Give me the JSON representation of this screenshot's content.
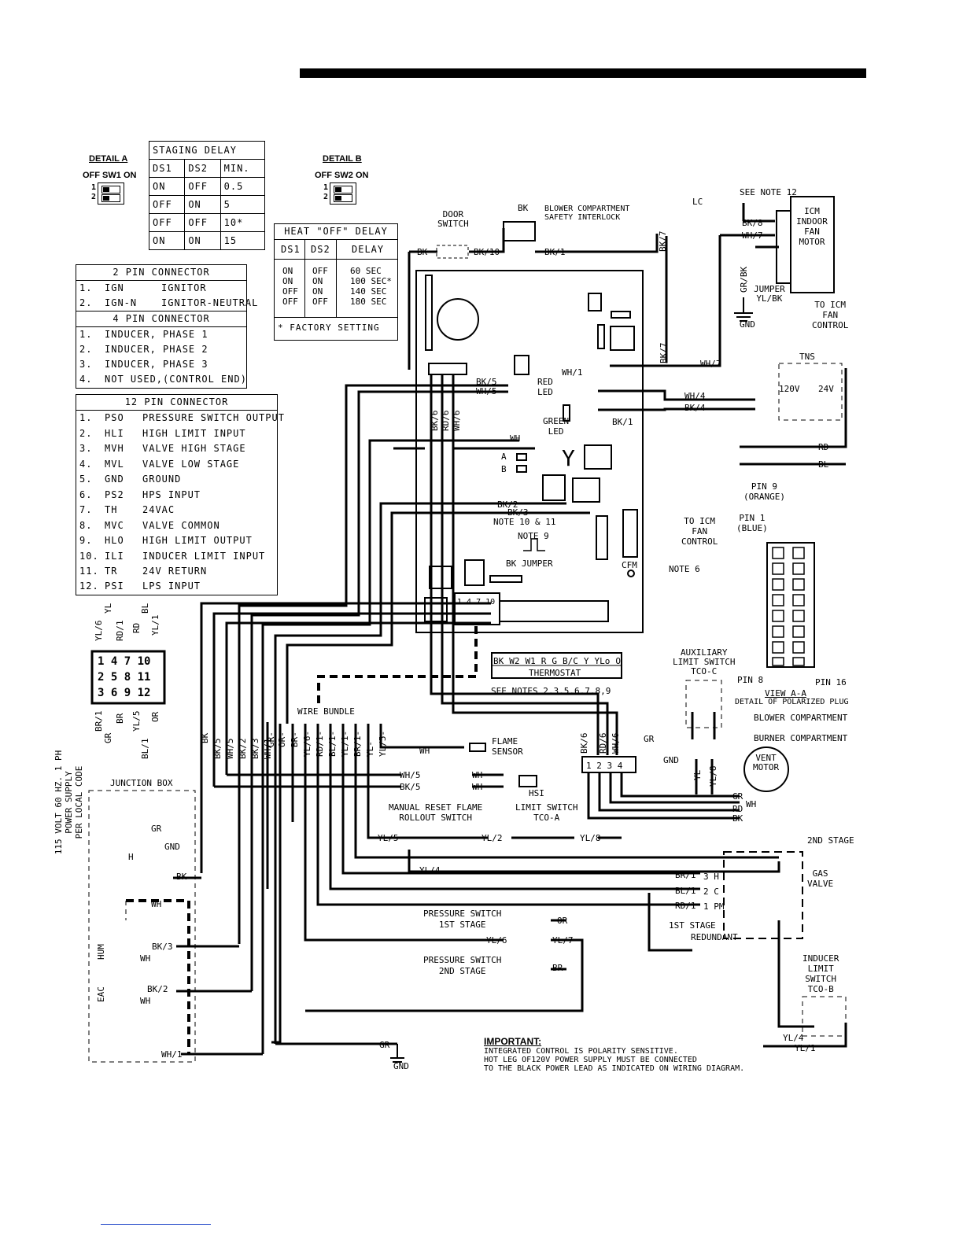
{
  "detail_a": {
    "title": "DETAIL A",
    "sub": "OFF SW1 ON",
    "n1": "1",
    "n2": "2"
  },
  "detail_b": {
    "title": "DETAIL B",
    "sub": "OFF SW2 ON",
    "n1": "1",
    "n2": "2"
  },
  "staging_delay": {
    "title": "STAGING DELAY",
    "headers": [
      "DS1",
      "DS2",
      "MIN."
    ],
    "rows": [
      [
        "ON",
        "OFF",
        "0.5"
      ],
      [
        "OFF",
        "ON",
        "5"
      ],
      [
        "OFF",
        "OFF",
        "10*"
      ],
      [
        "ON",
        "ON",
        "15"
      ]
    ]
  },
  "heat_off_delay": {
    "title": "HEAT \"OFF\" DELAY",
    "headers": [
      "DS1",
      "DS2",
      "DELAY"
    ],
    "col_ds1": "ON\nON\nOFF\nOFF",
    "col_ds2": "OFF\nON\nON\nOFF",
    "col_delay": "60 SEC\n100 SEC*\n140 SEC\n180 SEC",
    "note": "* FACTORY SETTING"
  },
  "pin2": {
    "title": "2 PIN CONNECTOR",
    "rows": [
      [
        "1.",
        "IGN",
        "IGNITOR"
      ],
      [
        "2.",
        "IGN-N",
        "IGNITOR-NEUTRAL"
      ]
    ]
  },
  "pin4": {
    "title": "4 PIN CONNECTOR",
    "rows": [
      [
        "1.",
        "INDUCER, PHASE 1"
      ],
      [
        "2.",
        "INDUCER, PHASE 2"
      ],
      [
        "3.",
        "INDUCER, PHASE 3"
      ],
      [
        "4.",
        "NOT USED,(CONTROL END)"
      ]
    ]
  },
  "pin12": {
    "title": "12 PIN CONNECTOR",
    "rows": [
      [
        "1.",
        "PSO",
        "PRESSURE SWITCH OUTPUT"
      ],
      [
        "2.",
        "HLI",
        "HIGH LIMIT INPUT"
      ],
      [
        "3.",
        "MVH",
        "VALVE HIGH STAGE"
      ],
      [
        "4.",
        "MVL",
        "VALVE LOW STAGE"
      ],
      [
        "5.",
        "GND",
        "GROUND"
      ],
      [
        "6.",
        "PS2",
        "HPS INPUT"
      ],
      [
        "7.",
        "TH",
        "24VAC"
      ],
      [
        "8.",
        "MVC",
        "VALVE COMMON"
      ],
      [
        "9.",
        "HLO",
        "HIGH LIMIT OUTPUT"
      ],
      [
        "10.",
        "ILI",
        "INDUCER LIMIT INPUT"
      ],
      [
        "11.",
        "TR",
        "24V RETURN"
      ],
      [
        "12.",
        "PSI",
        "LPS INPUT"
      ]
    ]
  },
  "labels": {
    "door_switch": "DOOR\nSWITCH",
    "blower_interlock": "BLOWER COMPARTMENT\nSAFETY INTERLOCK",
    "see_note_12": "SEE NOTE 12",
    "lc": "LC",
    "icm_motor": "ICM\nINDOOR\nFAN\nMOTOR",
    "jumper": "JUMPER\nYL/BK",
    "to_icm_fan_control": "TO ICM\nFAN\nCONTROL",
    "gnd": "GND",
    "tns": "TNS",
    "v120": "120V",
    "v24": "24V",
    "red_led": "RED\nLED",
    "green_led": "GREEN\nLED",
    "note_10_11": "NOTE 10 & 11",
    "note_9": "NOTE 9",
    "bk_jumper": "BK JUMPER",
    "cfm": "CFM",
    "note_6": "NOTE 6",
    "pin_9": "PIN 9\n(ORANGE)",
    "pin_1": "PIN 1\n(BLUE)",
    "pin_8": "PIN 8",
    "pin_16": "PIN 16",
    "view_aa": "VIEW A-A",
    "detail_plug": "DETAIL OF POLARIZED PLUG",
    "blower_compartment": "BLOWER COMPARTMENT",
    "burner_compartment": "BURNER COMPARTMENT",
    "aux_limit": "AUXILIARY\nLIMIT SWITCH\nTCO-C",
    "thermostat": "THERMOSTAT",
    "thermostat_terms": [
      "BK",
      "W2",
      "W1",
      "R",
      "G",
      "B/C",
      "Y",
      "YLo",
      "O"
    ],
    "see_notes": "SEE NOTES 2,3,5,6,7,8,9",
    "wire_bundle": "WIRE BUNDLE",
    "flame_sensor": "FLAME\nSENSOR",
    "hsi": "HSI",
    "vent_motor": "VENT\nMOTOR",
    "manual_reset": "MANUAL RESET FLAME\nROLLOUT SWITCH",
    "limit_switch": "LIMIT SWITCH\nTCO-A",
    "junction_box": "JUNCTION BOX",
    "power_supply": "115 VOLT 60 HZ. 1 PH\nPOWER SUPPLY\nPER LOCAL CODE",
    "hum": "HUM",
    "eac": "EAC",
    "stage_2nd": "2ND STAGE",
    "gas_valve": "GAS\nVALVE",
    "stage_1st": "1ST STAGE",
    "redundant": "REDUNDANT",
    "ps_1st": "PRESSURE SWITCH\n1ST STAGE",
    "ps_2nd": "PRESSURE SWITCH\n2ND STAGE",
    "inducer_limit": "INDUCER\nLIMIT\nSWITCH\nTCO-B",
    "important_title": "IMPORTANT:",
    "important_text": "INTEGRATED CONTROL IS POLARITY SENSITIVE.\nHOT LEG OF120V POWER SUPPLY MUST BE CONNECTED\nTO THE BLACK POWER LEAD AS INDICATED ON WIRING DIAGRAM."
  },
  "wire_codes": [
    "BK",
    "BK/10",
    "BK/1",
    "BK/8",
    "WH/7",
    "BK/7",
    "GR/BK",
    "WH/1",
    "BK/5",
    "WH/5",
    "WH/4",
    "BK/4",
    "RD",
    "BL",
    "WH",
    "BK/2",
    "BK/3",
    "BK/6",
    "RD/6",
    "WH/6",
    "GR",
    "YL/5",
    "YL/2",
    "YL/8",
    "YL/4",
    "BR/1",
    "BL/1",
    "RD/1",
    "OR",
    "YL/6",
    "YL/7",
    "BR",
    "YL/1",
    "H",
    "A",
    "B"
  ]
}
